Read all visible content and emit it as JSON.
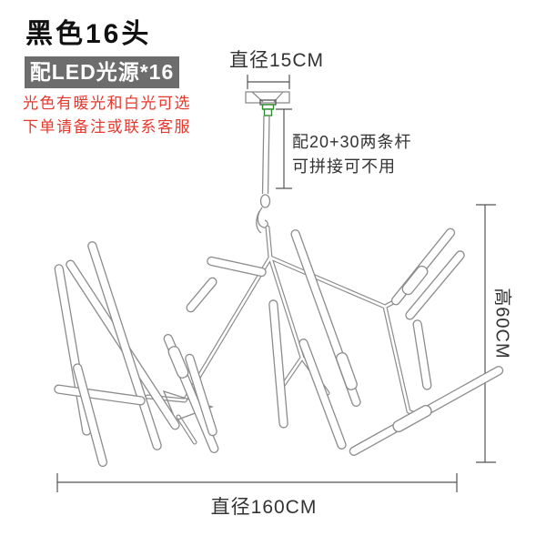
{
  "header": {
    "title": "黑色16头",
    "badge": "配LED光源*16",
    "note_line1": "光色有暖光和白光可选",
    "note_line2": "下单请备注或联系客服"
  },
  "dimensions": {
    "canopy_diameter": "直径15CM",
    "overall_height": "高60CM",
    "overall_diameter": "直径160CM"
  },
  "rod_note": {
    "line1": "配20+30两条杆",
    "line2": "可拼接可不用"
  },
  "illustration": {
    "name": "16-head branching chandelier line drawing",
    "heads_count": 16
  },
  "colors": {
    "badge_bg": "#6d6d6d",
    "badge_text": "#ffffff",
    "warning_red": "#e8372d",
    "title_black": "#111111",
    "dimension_text": "#333333",
    "line_art": "#8c8c8c",
    "connector_green": "#2e8b2e"
  }
}
